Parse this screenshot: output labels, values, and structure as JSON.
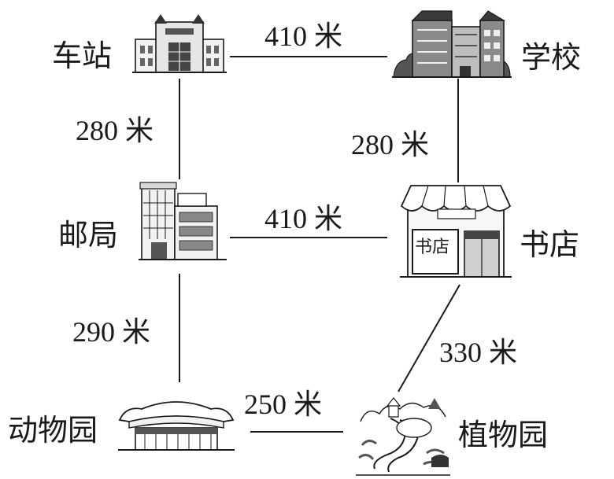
{
  "places": {
    "station": "车站",
    "school": "学校",
    "post_office": "邮局",
    "bookstore": "书店",
    "zoo": "动物园",
    "botanical_garden": "植物园"
  },
  "bookstore_sign": "书店",
  "routes": {
    "station_school": "410 米",
    "station_post_office": "280 米",
    "school_bookstore": "280 米",
    "post_office_bookstore": "410 米",
    "post_office_zoo": "290 米",
    "bookstore_garden": "330 米",
    "zoo_garden": "250 米"
  },
  "colors": {
    "line": "#1a1a1a",
    "building_fill": "#f2f2f2",
    "building_dark": "#555555"
  }
}
